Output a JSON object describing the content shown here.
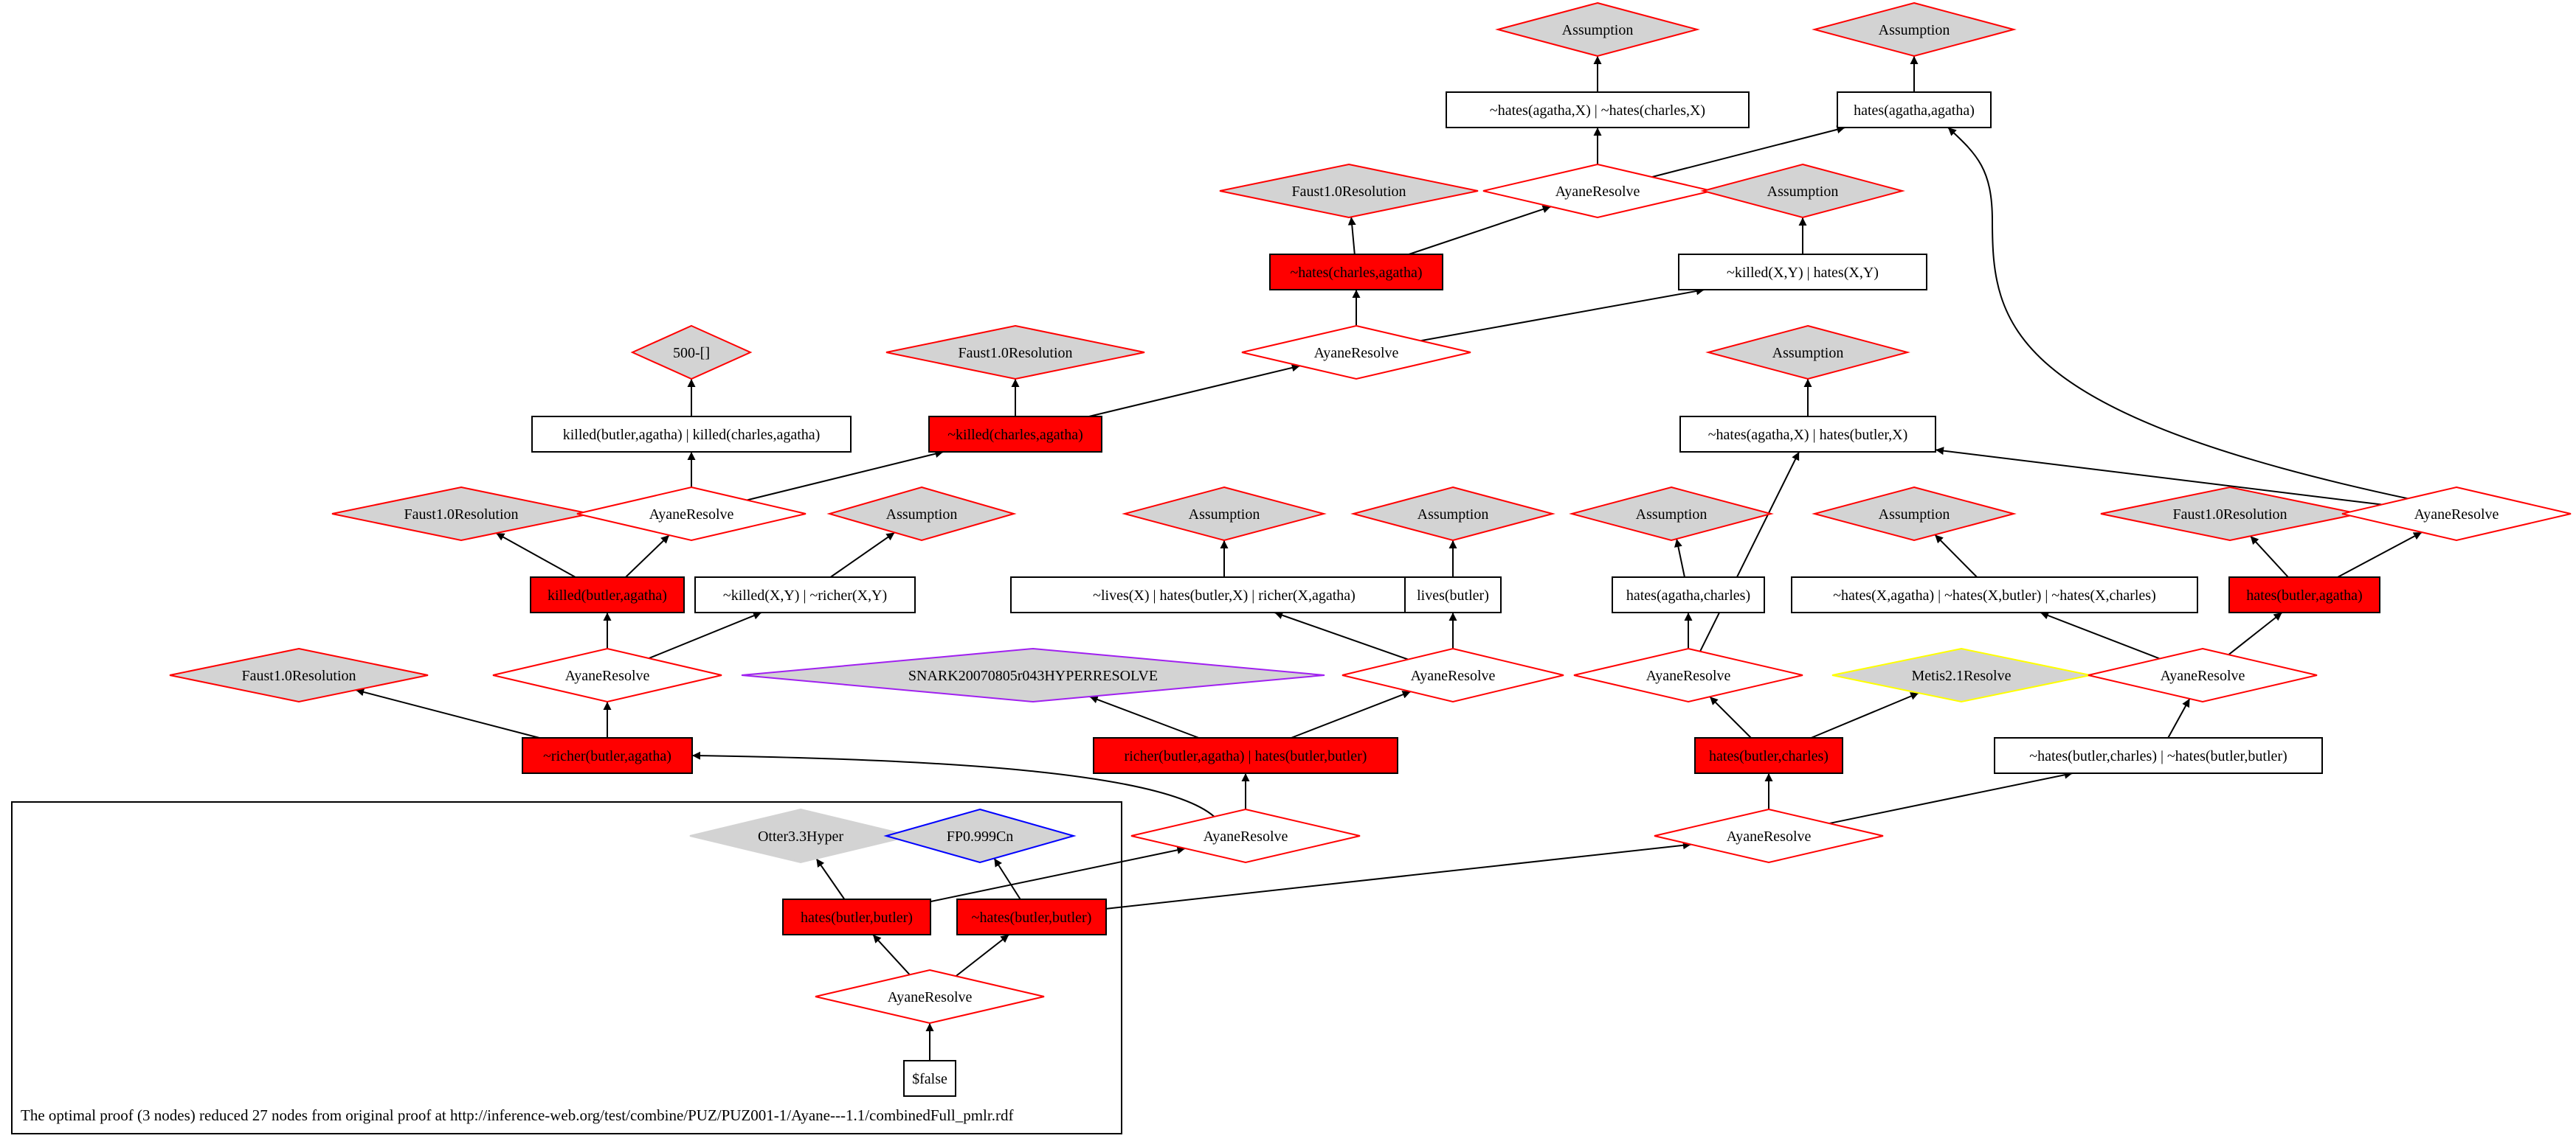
{
  "caption": "The optimal proof (3 nodes) reduced 27 nodes from original proof at http://inference-web.org/test/combine/PUZ/PUZ001-1/Ayane---1.1/combinedFull_pmlr.rdf",
  "colors": {
    "red_fill": "#ff0000",
    "gray_fill": "#d3d3d3",
    "rule_border": "#ff0000",
    "metis_border": "#ffff00",
    "fp_border": "#0000ff",
    "snark_border": "#a020f0",
    "otter_border": "#d3d3d3"
  },
  "nodes": [
    {
      "id": "as1",
      "kind": "diamond",
      "label": "Assumption",
      "fill": "gray",
      "stroke": "#ff0000"
    },
    {
      "id": "as2",
      "kind": "diamond",
      "label": "Assumption",
      "fill": "gray",
      "stroke": "#ff0000"
    },
    {
      "id": "c1",
      "kind": "box",
      "label": "~hates(agatha,X)  | ~hates(charles,X)",
      "fill": "white"
    },
    {
      "id": "c2",
      "kind": "box",
      "label": "hates(agatha,agatha)",
      "fill": "white"
    },
    {
      "id": "f1",
      "kind": "diamond",
      "label": "Faust1.0Resolution",
      "fill": "gray",
      "stroke": "#ff0000"
    },
    {
      "id": "ar1",
      "kind": "diamond",
      "label": "AyaneResolve",
      "fill": "white",
      "stroke": "#ff0000"
    },
    {
      "id": "as3",
      "kind": "diamond",
      "label": "Assumption",
      "fill": "gray",
      "stroke": "#ff0000"
    },
    {
      "id": "c3",
      "kind": "box",
      "label": "~hates(charles,agatha)",
      "fill": "red"
    },
    {
      "id": "c4",
      "kind": "box",
      "label": "~killed(X,Y)  | hates(X,Y)",
      "fill": "white"
    },
    {
      "id": "ar2",
      "kind": "diamond",
      "label": "AyaneResolve",
      "fill": "white",
      "stroke": "#ff0000"
    },
    {
      "id": "d500",
      "kind": "diamond",
      "label": "500-[]",
      "fill": "gray",
      "stroke": "#ff0000"
    },
    {
      "id": "f2",
      "kind": "diamond",
      "label": "Faust1.0Resolution",
      "fill": "gray",
      "stroke": "#ff0000"
    },
    {
      "id": "as4",
      "kind": "diamond",
      "label": "Assumption",
      "fill": "gray",
      "stroke": "#ff0000"
    },
    {
      "id": "c5",
      "kind": "box",
      "label": "killed(butler,agatha)  | killed(charles,agatha)",
      "fill": "white"
    },
    {
      "id": "c6",
      "kind": "box",
      "label": "~killed(charles,agatha)",
      "fill": "red"
    },
    {
      "id": "c7",
      "kind": "box",
      "label": "~hates(agatha,X)  | hates(butler,X)",
      "fill": "white"
    },
    {
      "id": "f3",
      "kind": "diamond",
      "label": "Faust1.0Resolution",
      "fill": "gray",
      "stroke": "#ff0000"
    },
    {
      "id": "ar3",
      "kind": "diamond",
      "label": "AyaneResolve",
      "fill": "white",
      "stroke": "#ff0000"
    },
    {
      "id": "as5",
      "kind": "diamond",
      "label": "Assumption",
      "fill": "gray",
      "stroke": "#ff0000"
    },
    {
      "id": "as6",
      "kind": "diamond",
      "label": "Assumption",
      "fill": "gray",
      "stroke": "#ff0000"
    },
    {
      "id": "as7",
      "kind": "diamond",
      "label": "Assumption",
      "fill": "gray",
      "stroke": "#ff0000"
    },
    {
      "id": "as8",
      "kind": "diamond",
      "label": "Assumption",
      "fill": "gray",
      "stroke": "#ff0000"
    },
    {
      "id": "as9",
      "kind": "diamond",
      "label": "Assumption",
      "fill": "gray",
      "stroke": "#ff0000"
    },
    {
      "id": "f4",
      "kind": "diamond",
      "label": "Faust1.0Resolution",
      "fill": "gray",
      "stroke": "#ff0000"
    },
    {
      "id": "ar4",
      "kind": "diamond",
      "label": "AyaneResolve",
      "fill": "white",
      "stroke": "#ff0000"
    },
    {
      "id": "c8",
      "kind": "box",
      "label": "killed(butler,agatha)",
      "fill": "red"
    },
    {
      "id": "c9",
      "kind": "box",
      "label": "~killed(X,Y)  | ~richer(X,Y)",
      "fill": "white"
    },
    {
      "id": "c10",
      "kind": "box",
      "label": "~lives(X)  | hates(butler,X)  | richer(X,agatha)",
      "fill": "white"
    },
    {
      "id": "c11",
      "kind": "box",
      "label": "lives(butler)",
      "fill": "white"
    },
    {
      "id": "c12",
      "kind": "box",
      "label": "hates(agatha,charles)",
      "fill": "white"
    },
    {
      "id": "c13",
      "kind": "box",
      "label": "~hates(X,agatha)  | ~hates(X,butler)  | ~hates(X,charles)",
      "fill": "white"
    },
    {
      "id": "c14",
      "kind": "box",
      "label": "hates(butler,agatha)",
      "fill": "red"
    },
    {
      "id": "f5",
      "kind": "diamond",
      "label": "Faust1.0Resolution",
      "fill": "gray",
      "stroke": "#ff0000"
    },
    {
      "id": "ar5",
      "kind": "diamond",
      "label": "AyaneResolve",
      "fill": "white",
      "stroke": "#ff0000"
    },
    {
      "id": "snark",
      "kind": "diamond",
      "label": "SNARK20070805r043HYPERRESOLVE",
      "fill": "gray",
      "stroke": "#a020f0"
    },
    {
      "id": "ar6",
      "kind": "diamond",
      "label": "AyaneResolve",
      "fill": "white",
      "stroke": "#ff0000"
    },
    {
      "id": "ar7",
      "kind": "diamond",
      "label": "AyaneResolve",
      "fill": "white",
      "stroke": "#ff0000"
    },
    {
      "id": "metis",
      "kind": "diamond",
      "label": "Metis2.1Resolve",
      "fill": "gray",
      "stroke": "#ffff00"
    },
    {
      "id": "ar8",
      "kind": "diamond",
      "label": "AyaneResolve",
      "fill": "white",
      "stroke": "#ff0000"
    },
    {
      "id": "c15",
      "kind": "box",
      "label": "~richer(butler,agatha)",
      "fill": "red"
    },
    {
      "id": "c16",
      "kind": "box",
      "label": "richer(butler,agatha)  | hates(butler,butler)",
      "fill": "red"
    },
    {
      "id": "c17",
      "kind": "box",
      "label": "hates(butler,charles)",
      "fill": "red"
    },
    {
      "id": "c18",
      "kind": "box",
      "label": "~hates(butler,charles)  | ~hates(butler,butler)",
      "fill": "white"
    },
    {
      "id": "otter",
      "kind": "diamond",
      "label": "Otter3.3Hyper",
      "fill": "gray",
      "stroke": "#d3d3d3"
    },
    {
      "id": "fp",
      "kind": "diamond",
      "label": "FP0.999Cn",
      "fill": "gray",
      "stroke": "#0000ff"
    },
    {
      "id": "ar9",
      "kind": "diamond",
      "label": "AyaneResolve",
      "fill": "white",
      "stroke": "#ff0000"
    },
    {
      "id": "ar10",
      "kind": "diamond",
      "label": "AyaneResolve",
      "fill": "white",
      "stroke": "#ff0000"
    },
    {
      "id": "c19",
      "kind": "box",
      "label": "hates(butler,butler)",
      "fill": "red"
    },
    {
      "id": "c20",
      "kind": "box",
      "label": "~hates(butler,butler)",
      "fill": "red"
    },
    {
      "id": "ar11",
      "kind": "diamond",
      "label": "AyaneResolve",
      "fill": "white",
      "stroke": "#ff0000"
    },
    {
      "id": "cf",
      "kind": "box",
      "label": "$false",
      "fill": "white"
    }
  ],
  "edges": [
    [
      "c1",
      "as1"
    ],
    [
      "c2",
      "as2"
    ],
    [
      "ar1",
      "c1"
    ],
    [
      "ar1",
      "c2"
    ],
    [
      "c3",
      "f1"
    ],
    [
      "c3",
      "ar1"
    ],
    [
      "c4",
      "as3"
    ],
    [
      "ar2",
      "c3"
    ],
    [
      "ar2",
      "c4"
    ],
    [
      "c5",
      "d500"
    ],
    [
      "c6",
      "f2"
    ],
    [
      "ar3",
      "c5"
    ],
    [
      "ar3",
      "c6"
    ],
    [
      "c6",
      "ar2"
    ],
    [
      "c7",
      "as4"
    ],
    [
      "ar4",
      "c7"
    ],
    [
      "ar4",
      "c2"
    ],
    [
      "c8",
      "f3"
    ],
    [
      "c8",
      "ar3"
    ],
    [
      "ar5",
      "c8"
    ],
    [
      "ar5",
      "c9"
    ],
    [
      "c9",
      "as5"
    ],
    [
      "c10",
      "as6"
    ],
    [
      "c11",
      "as7"
    ],
    [
      "c12",
      "as8"
    ],
    [
      "c13",
      "as9"
    ],
    [
      "c14",
      "f4"
    ],
    [
      "c14",
      "ar4"
    ],
    [
      "c15",
      "f5"
    ],
    [
      "c15",
      "ar5"
    ],
    [
      "ar6",
      "c10"
    ],
    [
      "ar6",
      "c11"
    ],
    [
      "ar7",
      "c12"
    ],
    [
      "ar7",
      "c7"
    ],
    [
      "ar8",
      "c13"
    ],
    [
      "ar8",
      "c14"
    ],
    [
      "c16",
      "snark"
    ],
    [
      "c16",
      "ar6"
    ],
    [
      "c17",
      "ar7"
    ],
    [
      "c17",
      "metis"
    ],
    [
      "c18",
      "ar8"
    ],
    [
      "ar9",
      "c15"
    ],
    [
      "ar9",
      "c16"
    ],
    [
      "ar10",
      "c17"
    ],
    [
      "ar10",
      "c18"
    ],
    [
      "c19",
      "otter"
    ],
    [
      "c19",
      "ar9"
    ],
    [
      "c20",
      "fp"
    ],
    [
      "c20",
      "ar10"
    ],
    [
      "ar11",
      "c19"
    ],
    [
      "ar11",
      "c20"
    ],
    [
      "cf",
      "ar11"
    ]
  ]
}
